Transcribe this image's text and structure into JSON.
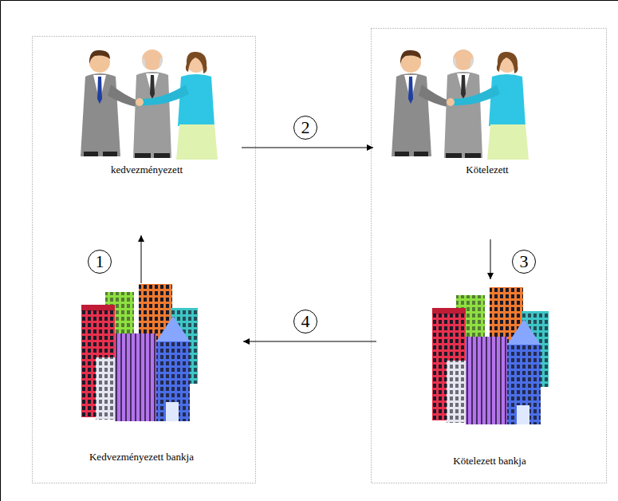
{
  "diagram": {
    "nodes": [
      {
        "text": [
          "kedvezményezett"
        ]
      },
      {
        "text": [
          "Kötelezett"
        ]
      },
      {
        "text": [
          "Kedvezményezett bankja"
        ]
      },
      {
        "text": [
          "Kötelezett bankja"
        ]
      }
    ],
    "edges": [
      {
        "from": 2,
        "to": 0,
        "arrow": "to",
        "label": "1"
      },
      {
        "from": 0,
        "to": 1,
        "arrow": "to",
        "label": "2"
      },
      {
        "from": 1,
        "to": 3,
        "arrow": "to",
        "label": "3"
      },
      {
        "from": 3,
        "to": 2,
        "arrow": "to",
        "label": "4"
      }
    ]
  }
}
